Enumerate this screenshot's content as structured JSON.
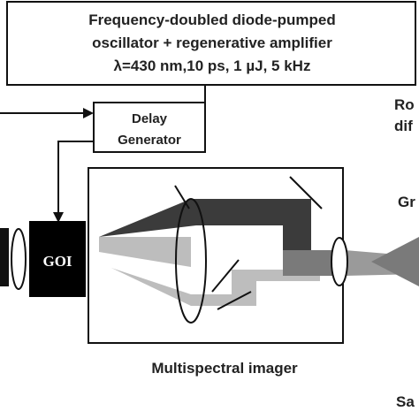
{
  "source_box": {
    "line1": "Frequency-doubled diode-pumped",
    "line2": "oscillator + regenerative amplifier",
    "line3": "λ=430 nm,10 ps, 1 µJ, 5 kHz"
  },
  "delay_generator": {
    "line1": "Delay",
    "line2": "Generator"
  },
  "goi_label": "GOI",
  "imager_label": "Multispectral imager",
  "edge_labels": {
    "ro": "Ro",
    "dif": "dif",
    "gr": "Gr",
    "sa": "Sa"
  },
  "colors": {
    "beam_dark": "#3b3b3b",
    "beam_mid": "#7a7a7a",
    "beam_light": "#bdbdbd",
    "goi_fill": "#000000",
    "line": "#111111"
  }
}
